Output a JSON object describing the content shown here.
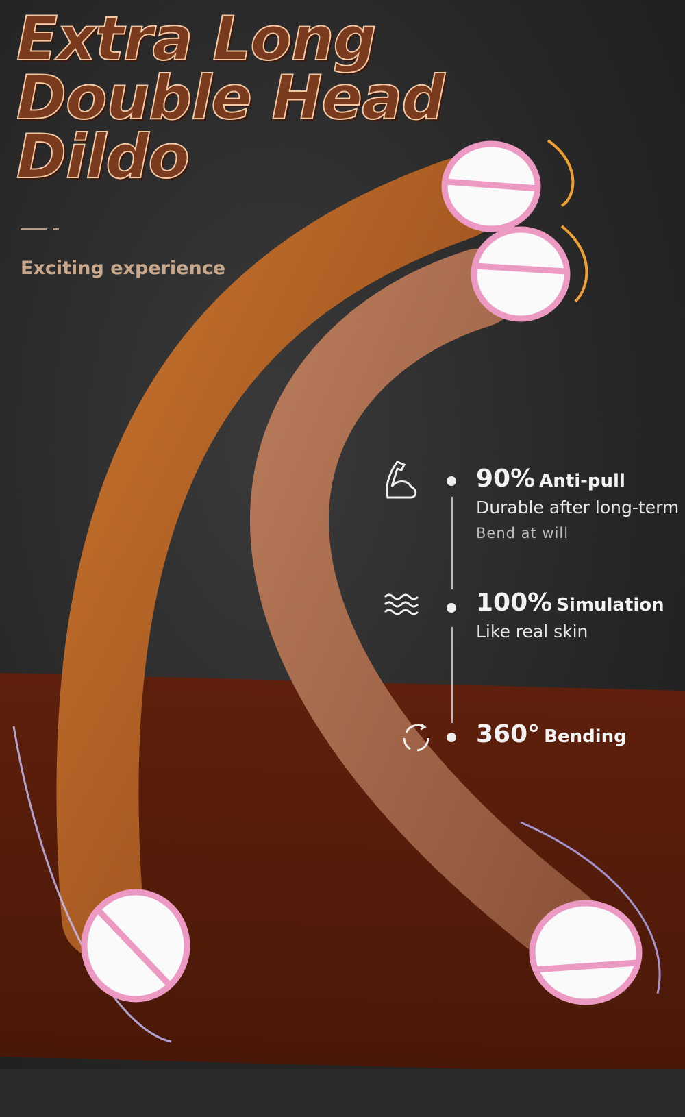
{
  "title_lines": [
    "Extra Long",
    "Double Head",
    "Dildo"
  ],
  "tagline": "Exciting experience",
  "features": [
    {
      "icon": "flexed-arm-icon",
      "big": "90%",
      "label": "Anti-pull",
      "sub": "Durable after long-term",
      "sub2": "Bend at will"
    },
    {
      "icon": "waves-icon",
      "big": "100%",
      "label": "Simulation",
      "sub": "Like real skin"
    },
    {
      "icon": "rotate-arrows-icon",
      "big": "360°",
      "label": "Bending"
    }
  ],
  "colors": {
    "background": "#262626",
    "band": "#5a1e0c",
    "title": "#7a3a1e",
    "censor_outline": "#ec9ac3"
  }
}
